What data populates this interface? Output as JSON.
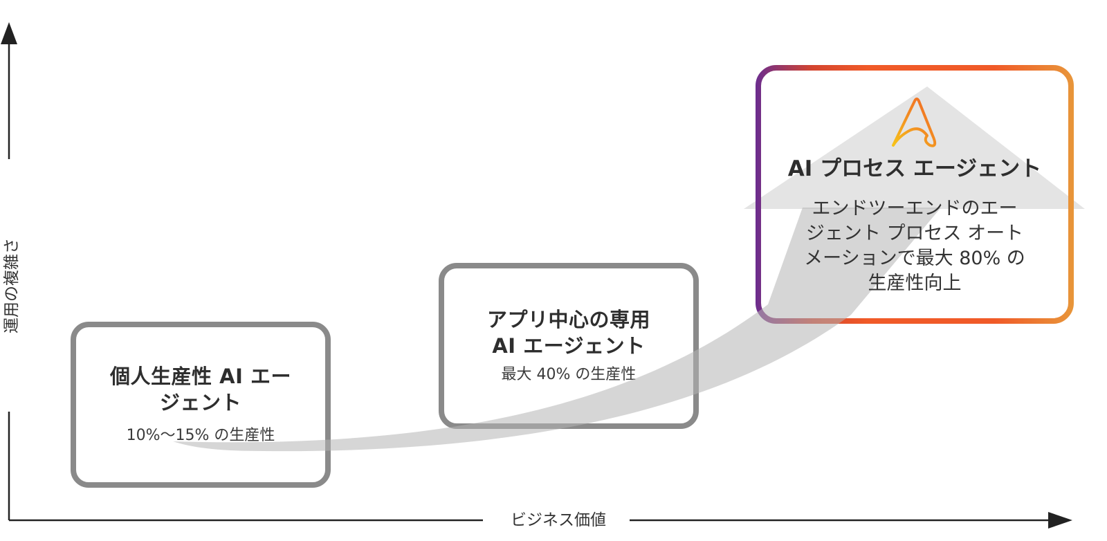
{
  "axes": {
    "x_label": "ビジネス価値",
    "y_label": "運用の複雑さ"
  },
  "stages": [
    {
      "title_lines": [
        "個人生産性 AI エー",
        "ジェント"
      ],
      "subtitle": "10%〜15% の生産性"
    },
    {
      "title_lines": [
        "アプリ中心の専用",
        "AI エージェント"
      ],
      "subtitle": "最大 40% の生産性"
    },
    {
      "title": "AI プロセス エージェント",
      "subtitle_lines": [
        "エンドツーエンドのエー",
        "ジェント プロセス オート",
        "メーションで最大 80% の",
        "生産性向上"
      ],
      "icon": "automation-anywhere-logo-icon"
    }
  ],
  "colors": {
    "box_border_gray": "#8a8a8a",
    "band_gray": "#c8c8c8",
    "gradient_purple": "#6b2d8f",
    "gradient_orange": "#f05a28",
    "gradient_amber": "#e8963a",
    "logo_yellow": "#f7c41a",
    "logo_orange": "#f06425",
    "axis": "#222222"
  }
}
